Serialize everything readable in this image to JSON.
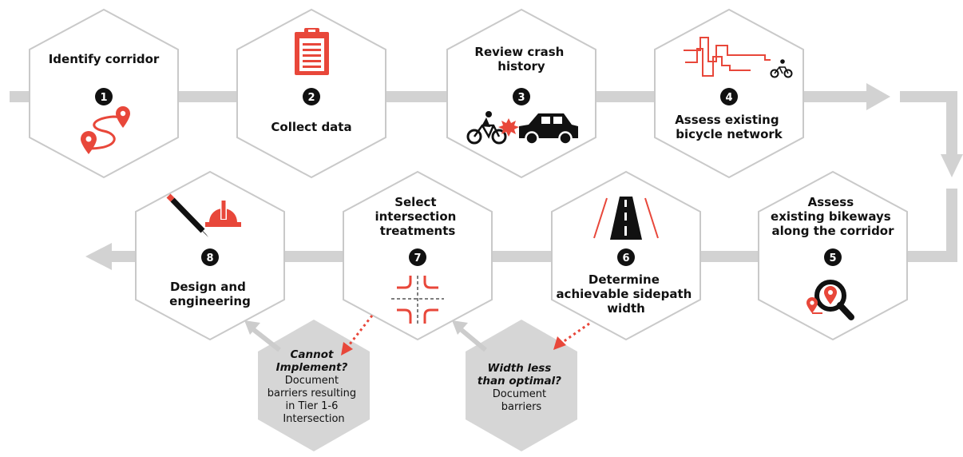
{
  "colors": {
    "accent": "#e8473a",
    "flow_arrow": "#d2d2d2",
    "hex_border": "#c9c9c9",
    "note_fill": "#d6d6d6",
    "text": "#111111"
  },
  "steps": [
    {
      "number": "1",
      "title": [
        "Identify corridor"
      ],
      "icon": "route-pins-icon"
    },
    {
      "number": "2",
      "title": [
        "Collect data"
      ],
      "icon": "clipboard-icon"
    },
    {
      "number": "3",
      "title": [
        "Review crash",
        "history"
      ],
      "icon": "bike-car-crash-icon"
    },
    {
      "number": "4",
      "title": [
        "Assess existing",
        "bicycle network"
      ],
      "icon": "network-lines-bike-icon"
    },
    {
      "number": "5",
      "title": [
        "Assess",
        "existing bikeways",
        "along the corridor"
      ],
      "icon": "magnifier-pin-icon"
    },
    {
      "number": "6",
      "title": [
        "Determine",
        "achievable sidepath",
        "width"
      ],
      "icon": "road-icon"
    },
    {
      "number": "7",
      "title": [
        "Select",
        "intersection",
        "treatments"
      ],
      "icon": "intersection-icon"
    },
    {
      "number": "8",
      "title": [
        "Design and",
        "engineering"
      ],
      "icon": "pencil-hardhat-icon"
    }
  ],
  "notes": [
    {
      "question": [
        "Cannot",
        "Implement?"
      ],
      "text": [
        "Document",
        "barriers resulting",
        "in Tier 1-6",
        "Intersection"
      ]
    },
    {
      "question": [
        "Width less",
        "than optimal?"
      ],
      "text": [
        "Document",
        "barriers"
      ]
    }
  ]
}
